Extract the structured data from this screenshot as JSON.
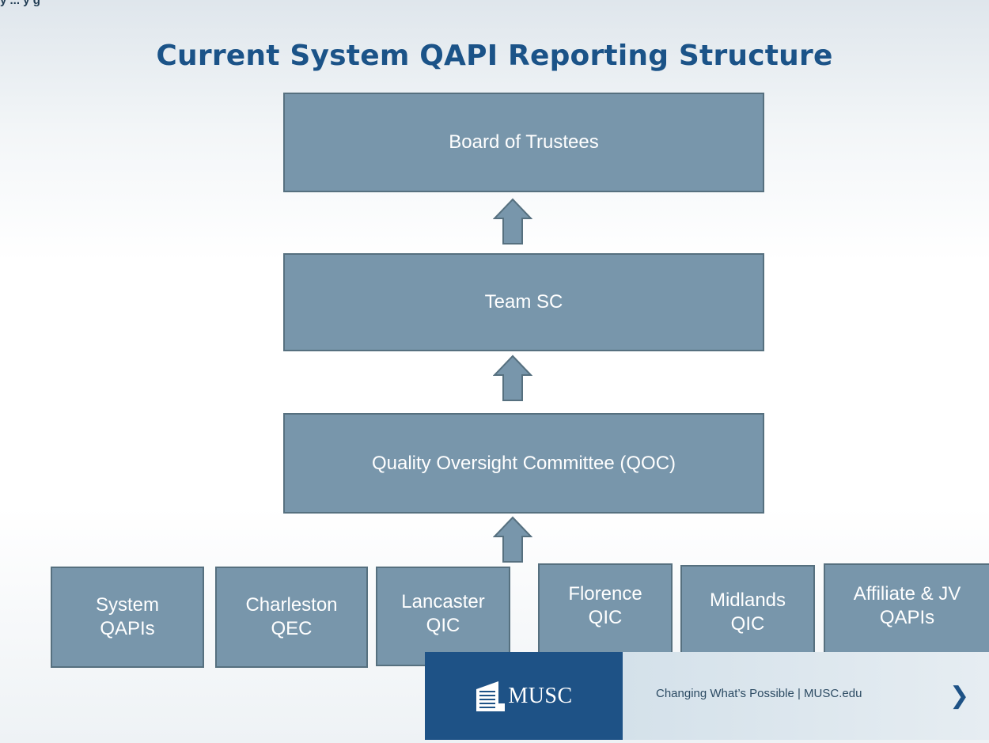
{
  "header_fragment": "y ... y g",
  "title": "Current System QAPI Reporting Structure",
  "nodes": {
    "board": "Board of Trustees",
    "team_sc": "Team SC",
    "qoc": "Quality Oversight Committee (QOC)"
  },
  "bottom_nodes": [
    {
      "line1": "System",
      "line2": "QAPIs"
    },
    {
      "line1": "Charleston",
      "line2": "QEC"
    },
    {
      "line1": "Lancaster",
      "line2": "QIC"
    },
    {
      "line1": "Florence",
      "line2": "QIC"
    },
    {
      "line1": "Midlands",
      "line2": "QIC"
    },
    {
      "line1": "Affiliate & JV",
      "line2": "QAPIs"
    }
  ],
  "footer": {
    "logo_text": "MUSC",
    "tagline": "Changing What’s Possible  |  MUSC.edu",
    "next_icon": "chevron-right-icon"
  },
  "colors": {
    "box_fill": "#7896ab",
    "box_border": "#56707f",
    "title": "#1b5388",
    "footer_blue": "#1e5286"
  }
}
